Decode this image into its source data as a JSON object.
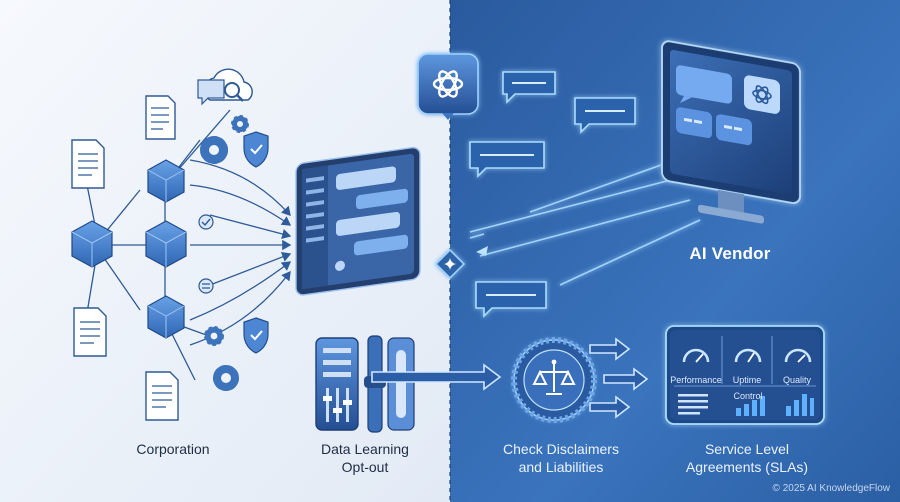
{
  "labels": {
    "corporation": "Corporation",
    "opt_out": [
      "Data Learning",
      "Opt-out"
    ],
    "disclaimers": [
      "Check Disclaimers",
      "and Liabilities"
    ],
    "sla": [
      "Service Level",
      "Agreements (SLAs)"
    ],
    "vendor": "AI Vendor"
  },
  "dashboard": {
    "gauges": [
      "Performance",
      "Uptime",
      "Quality"
    ],
    "panel": "Control"
  },
  "footer": {
    "copyright": "© 2025 AI KnowledgeFlow"
  },
  "colors": {
    "left_bg": "#eef3fa",
    "right_bg": "#2f64a8",
    "accent": "#4a86d8",
    "glow": "#9cd2ff"
  },
  "icons": [
    "document-icon",
    "cube-icon",
    "gear-icon",
    "shield-icon",
    "cloud-icon",
    "chat-bubble-icon",
    "ai-logo-icon",
    "scales-icon",
    "gauge-icon",
    "monitor-icon",
    "switch-panel-icon",
    "diamond-icon"
  ]
}
